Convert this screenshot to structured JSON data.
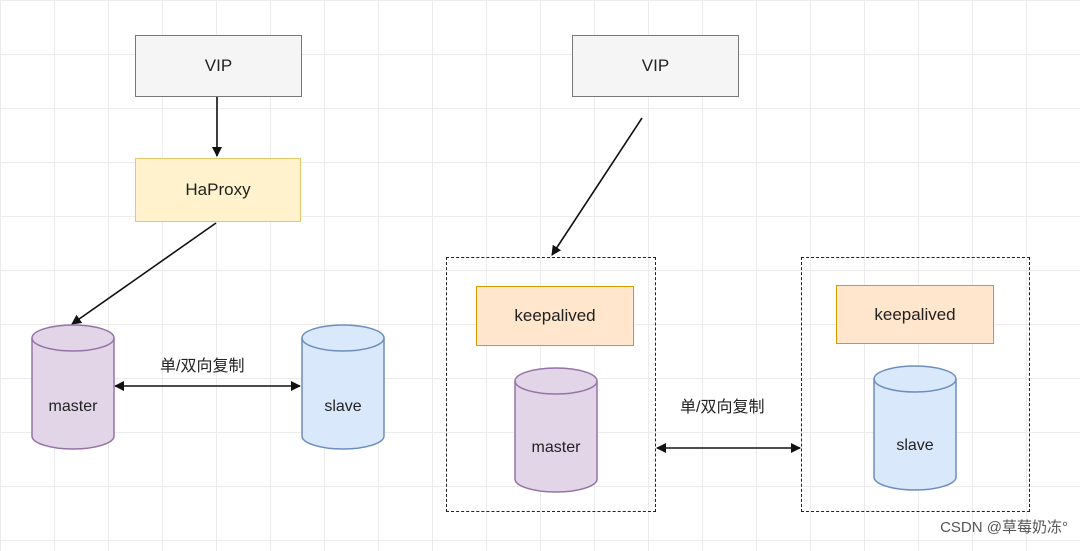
{
  "left": {
    "vip_label": "VIP",
    "haproxy_label": "HaProxy",
    "master_label": "master",
    "slave_label": "slave",
    "replication_label": "单/双向复制"
  },
  "right": {
    "vip_label": "VIP",
    "node1": {
      "keepalived_label": "keepalived",
      "db_label": "master"
    },
    "node2": {
      "keepalived_label": "keepalived",
      "db_label": "slave"
    },
    "replication_label": "单/双向复制"
  },
  "colors": {
    "vip_fill": "#f5f5f5",
    "haproxy_fill": "#fff2cc",
    "keepalived_fill": "#ffe6cc",
    "master_fill": "#e1d5e7",
    "slave_fill": "#dae8fc"
  },
  "watermark": "CSDN @草莓奶冻°"
}
